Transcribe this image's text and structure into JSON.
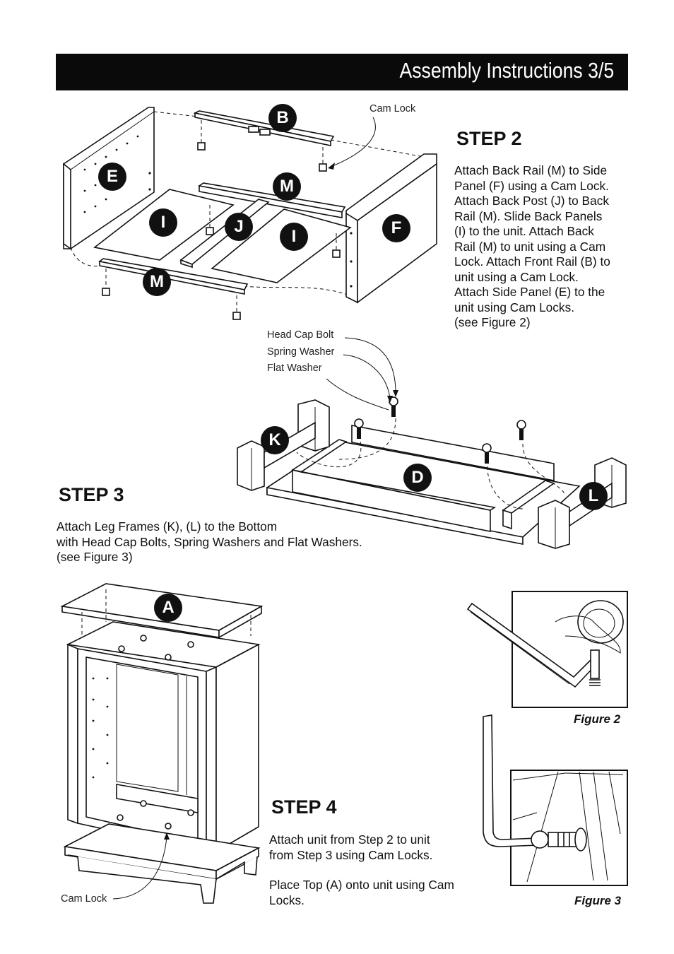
{
  "header": {
    "title": "Assembly Instructions 3/5"
  },
  "step2": {
    "title": "STEP 2",
    "text": "Attach Back Rail (M) to Side\nPanel (F) using a Cam Lock.\nAttach Back Post (J) to Back\nRail (M). Slide Back Panels\n(I) to the unit. Attach Back\nRail (M) to unit using a Cam\nLock. Attach Front Rail (B) to\nunit using a Cam Lock.\nAttach Side Panel (E) to the\nunit using Cam Locks.\n(see Figure 2)",
    "callout_cam_lock": "Cam Lock",
    "parts": {
      "B": "B",
      "E": "E",
      "M_top": "M",
      "I_left": "I",
      "J": "J",
      "I_right": "I",
      "F": "F",
      "M_bottom": "M"
    }
  },
  "step3": {
    "title": "STEP 3",
    "text": "Attach Leg Frames (K), (L) to the Bottom\nwith Head Cap Bolts, Spring Washers and Flat Washers.\n(see Figure 3)",
    "callouts": {
      "head_cap_bolt": "Head Cap Bolt",
      "spring_washer": "Spring Washer",
      "flat_washer": "Flat Washer"
    },
    "parts": {
      "K": "K",
      "D": "D",
      "L": "L"
    }
  },
  "step4": {
    "title": "STEP 4",
    "text1": "Attach unit from Step 2 to unit\nfrom Step 3 using Cam Locks.",
    "text2": "Place Top (A) onto unit using Cam\nLocks.",
    "callout_cam_lock": "Cam Lock",
    "parts": {
      "A": "A"
    }
  },
  "figures": {
    "figure2": "Figure 2",
    "figure3": "Figure 3"
  }
}
